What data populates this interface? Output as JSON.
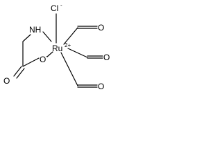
{
  "molecule": {
    "atoms": {
      "cl": "Cl",
      "cl_charge": "-",
      "ru": "Ru",
      "ru_charge": "2+",
      "nh": "NH",
      "o_minus": "O",
      "o_minus_charge": "-",
      "o_carbonyl": "O",
      "co1_o": "O",
      "co2_o": "O",
      "co3_o": "O"
    }
  }
}
